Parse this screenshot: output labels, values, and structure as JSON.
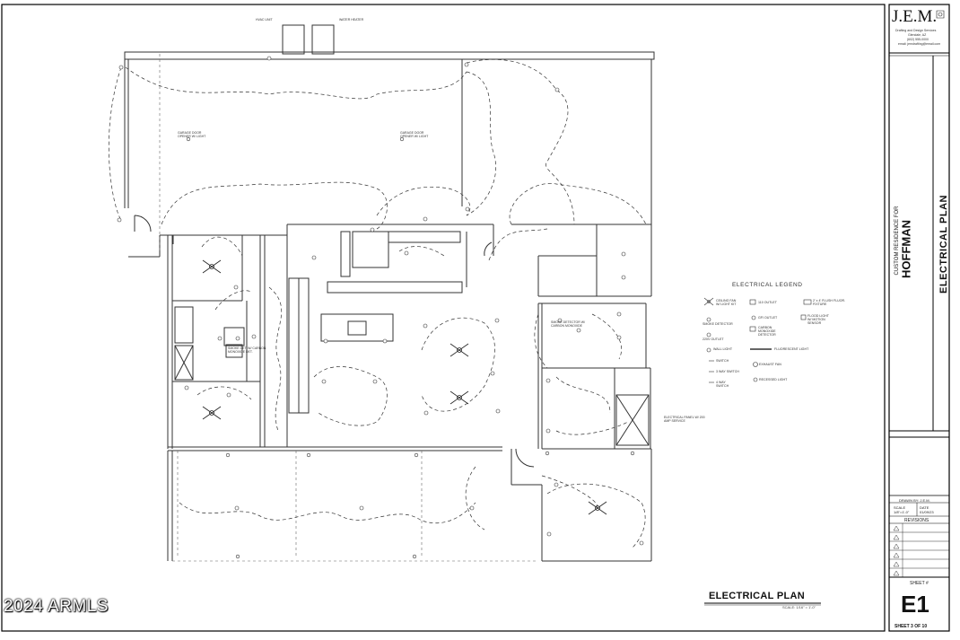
{
  "watermark": "2024 ARMLS",
  "plan": {
    "title": "ELECTRICAL PLAN",
    "scale": "SCALE: 1/16\" = 1'-0\""
  },
  "firm": {
    "logo": "J.E.M.",
    "line1": "Drafting and Design Services",
    "line2": "Glendale, AZ",
    "line3": "(602) 555-0000",
    "line4": "email: jemdrafting@email.com"
  },
  "project": {
    "label": "CUSTOM RESIDENCE FOR",
    "name": "HOFFMAN"
  },
  "sheet_title": "ELECTRICAL PLAN",
  "title_block": {
    "drawn_by": "DRAWN BY: J.E.M.",
    "scale_label": "SCALE",
    "scale_value": "1/8\"=1'-0\"",
    "date_label": "DATE",
    "date_value": "01/09/23",
    "revisions_label": "REVISIONS",
    "sheet_label": "SHEET #",
    "sheet_number": "E1",
    "sheet_of": "SHEET 3 OF 10"
  },
  "legend": {
    "title": "ELECTRICAL LEGEND",
    "items": [
      "CEILING FAN W/ LIGHT KIT",
      "110 OUTLET",
      "2' x 4' FLUSH FLUOR. FIXTURE",
      "SMOKE DETECTOR",
      "GFI OUTLET",
      "FLOOD LIGHT W/ MOTION SENSOR",
      "220V OUTLET",
      "CARBON MONOXIDE DETECTOR",
      "WALL LIGHT",
      "FLUORESCENT LIGHT",
      "SWITCH",
      "3 WAY SWITCH",
      "EXHAUST FAN",
      "4 WAY SWITCH",
      "RECESSED LIGHT"
    ]
  },
  "rooms": {
    "garage1": "GARAGE DOOR OPENER W/ LIGHT",
    "garage2": "GARAGE DOOR OPENER W/ LIGHT",
    "panel_note": "ELECTRICAL PANEL W/ 200 AMP SERVICE",
    "hvac": "HVAC UNIT",
    "water_heater": "WATER HEATER",
    "smoke_det": "SMOKE DET. W/ CARBON MONOXIDE DET.",
    "laundry": "SMOKE DETECTOR W/ CARBON MONOXIDE"
  }
}
